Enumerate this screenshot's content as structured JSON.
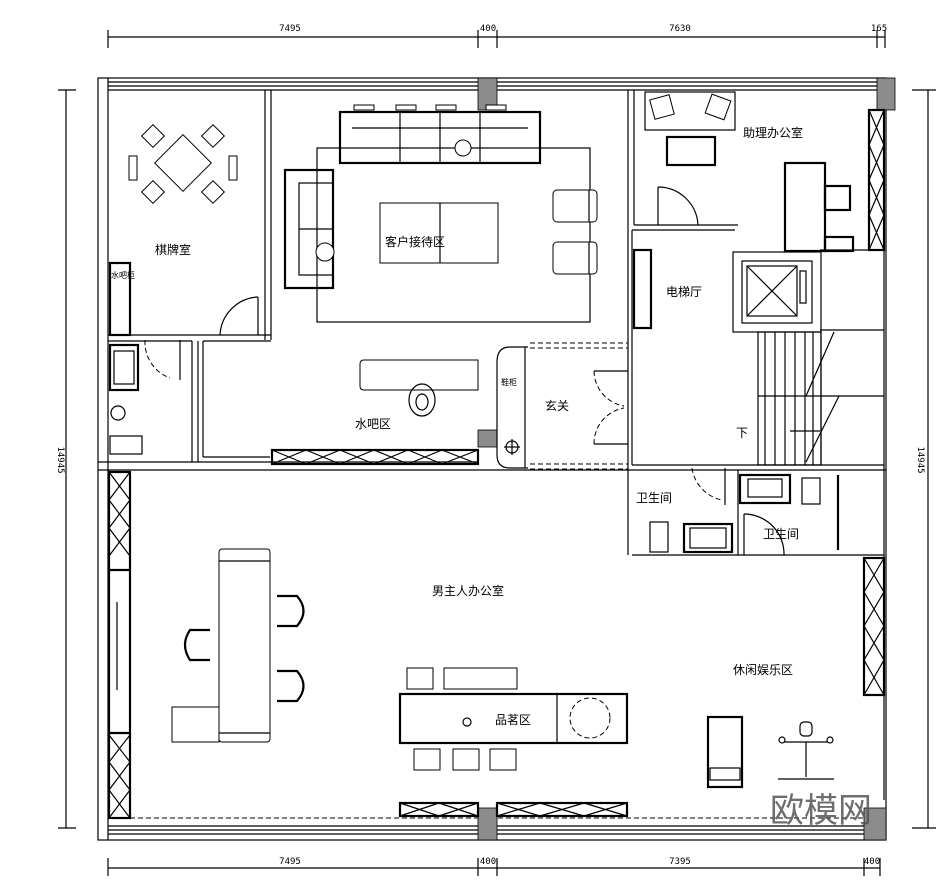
{
  "dimensions": {
    "top": [
      "7495",
      "400",
      "7630",
      "165"
    ],
    "bottom": [
      "7495",
      "400",
      "7395",
      "400"
    ],
    "left": "14945",
    "right": "14945"
  },
  "rooms": {
    "chess_room": "棋牌室",
    "reception": "客户接待区",
    "water_bar_area": "水吧区",
    "water_bar_cabinet": "水吧柜",
    "shoe_cabinet": "鞋柜",
    "foyer": "玄关",
    "assistant_office": "助理办公室",
    "elevator_hall": "电梯厅",
    "stairs_down": "下",
    "restroom_1": "卫生间",
    "restroom_2": "卫生间",
    "owner_office": "男主人办公室",
    "tea_area": "品茗区",
    "leisure_area": "休闲娱乐区"
  },
  "watermark": "欧模网",
  "colors": {
    "column": "#8c8c8c",
    "line": "#000000"
  }
}
